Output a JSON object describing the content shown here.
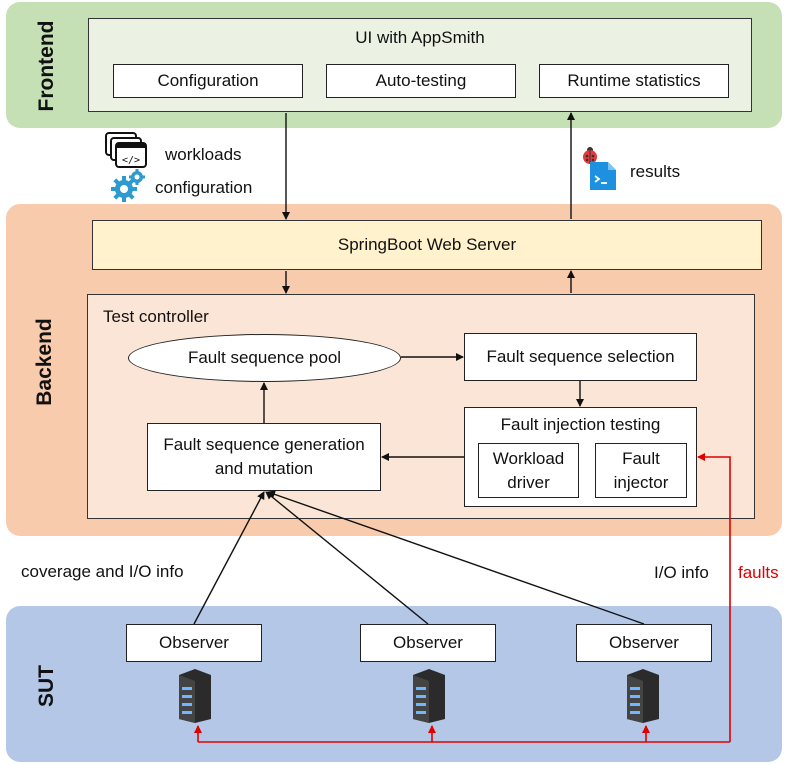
{
  "frontend": {
    "label": "Frontend",
    "ui_title": "UI with AppSmith",
    "tabs": [
      "Configuration",
      "Auto-testing",
      "Runtime statistics"
    ]
  },
  "inputs": {
    "workloads": "workloads",
    "configuration": "configuration"
  },
  "outputs": {
    "results": "results"
  },
  "backend": {
    "label": "Backend",
    "web_server": "SpringBoot Web Server",
    "controller": {
      "title": "Test controller",
      "pool": "Fault sequence pool",
      "selection": "Fault sequence selection",
      "generation": "Fault sequence generation and mutation",
      "testing": {
        "title": "Fault injection testing",
        "workload_driver": "Workload driver",
        "fault_injector": "Fault injector"
      }
    }
  },
  "links": {
    "coverage": "coverage and I/O info",
    "io_info": "I/O info",
    "faults": "faults"
  },
  "sut": {
    "label": "SUT",
    "observers": [
      "Observer",
      "Observer",
      "Observer"
    ]
  },
  "colors": {
    "frontend_bg": "#c5e0b4",
    "backend_bg": "#f8cbad",
    "sut_bg": "#b4c7e7",
    "faults_line": "#e00000"
  },
  "icons": [
    "code-window-icon",
    "gear-icon",
    "bug-icon",
    "terminal-file-icon",
    "server-icon"
  ]
}
